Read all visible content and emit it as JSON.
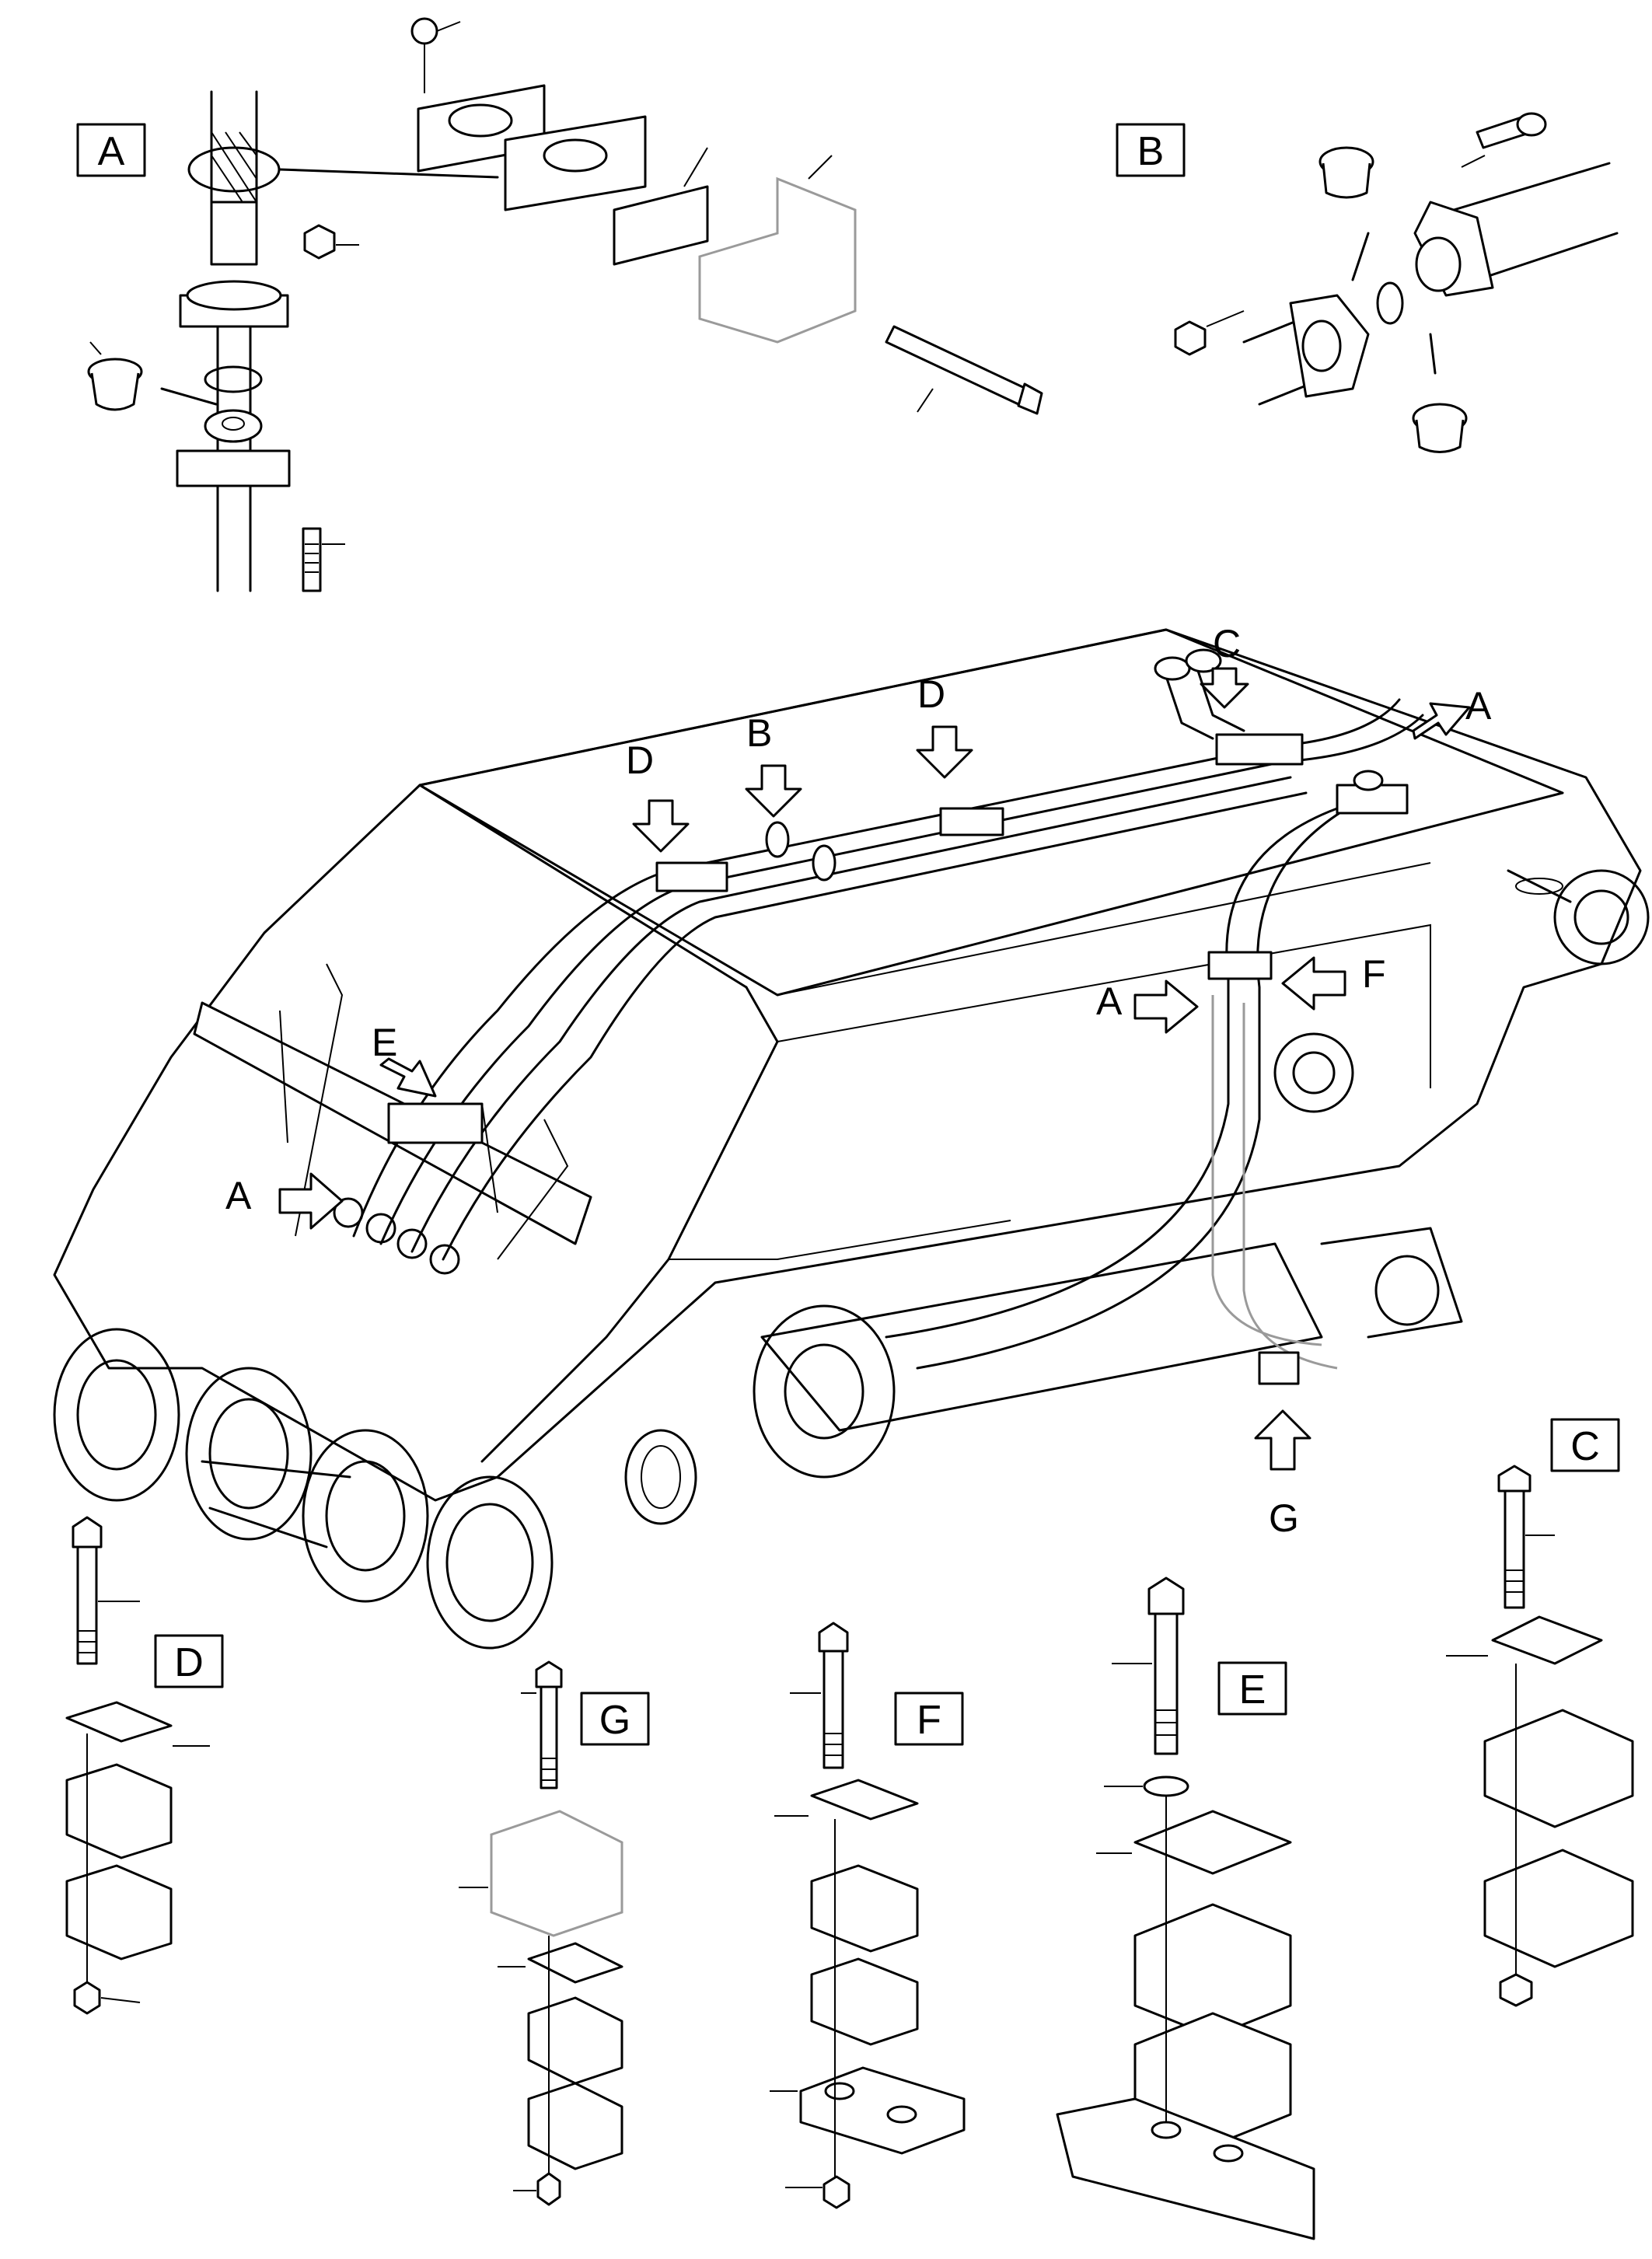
{
  "detail_boxes": {
    "a": "A",
    "b": "B",
    "c": "C",
    "d": "D",
    "e": "E",
    "f": "F",
    "g": "G"
  },
  "callouts": {
    "c_top": "C",
    "a_top": "A",
    "d_left": "D",
    "b_mid": "B",
    "d_mid": "D",
    "e": "E",
    "a_left": "A",
    "a_right": "A",
    "f": "F",
    "g": "G"
  }
}
